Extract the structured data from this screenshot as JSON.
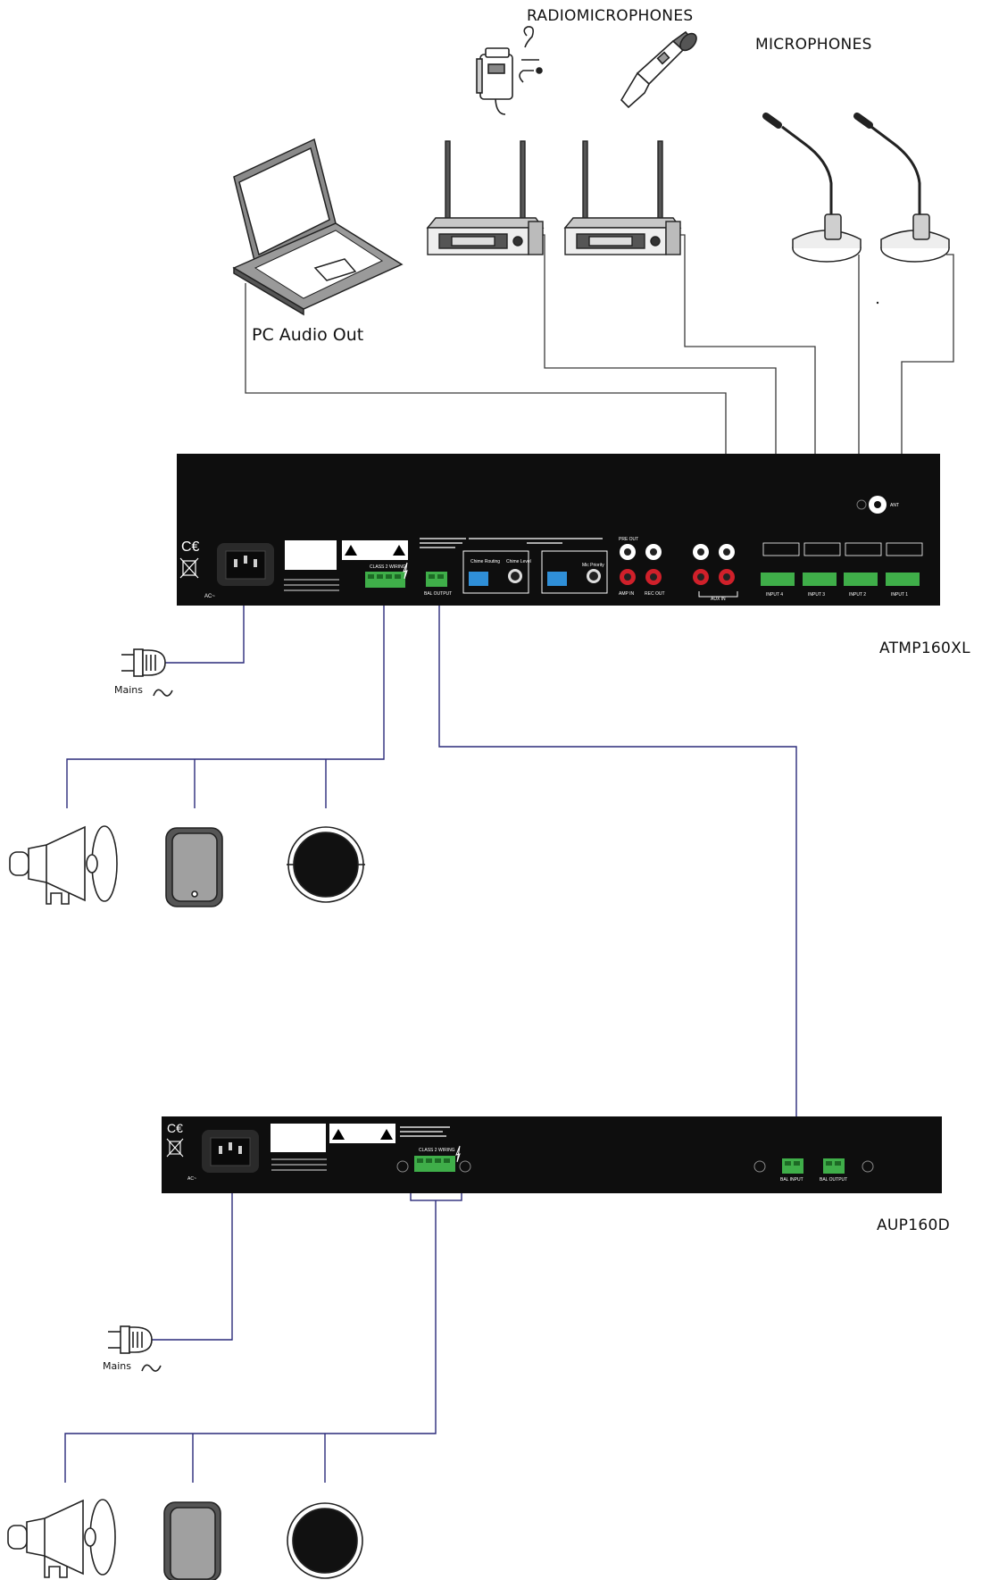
{
  "labels": {
    "radiomicrophones": "RADIOMICROPHONES",
    "microphones": "MICROPHONES",
    "pc_audio_out": "PC Audio Out",
    "atmp_model": "ATMP160XL",
    "aup_model": "AUP160D",
    "mains": "Mains"
  },
  "atmp_panel": {
    "inputs": [
      "INPUT 4",
      "INPUT 3",
      "INPUT 2",
      "INPUT 1"
    ],
    "aux_in": "AUX IN",
    "pre_out": "PRE OUT",
    "amp_in": "AMP IN",
    "rec_out": "REC OUT",
    "bal_output": "BAL OUTPUT",
    "class2": "CLASS 2 WIRING",
    "ant": "ANT",
    "chime_routing": "Chime Routing",
    "chime_level": "Chime Level",
    "mic_priority": "Mic Priority",
    "ac": "AC~"
  },
  "aup_panel": {
    "bal_input": "BAL INPUT",
    "bal_output": "BAL OUTPUT",
    "class2": "CLASS 2 WIRING",
    "ac": "AC~"
  },
  "colors": {
    "panel": "#0e0e0e",
    "wire_gray": "#3a3a3a",
    "wire_blue": "#2a2a7a",
    "terminal_green": "#3fae49",
    "rca_red": "#d0202a",
    "dip_blue": "#2f8fd8"
  }
}
